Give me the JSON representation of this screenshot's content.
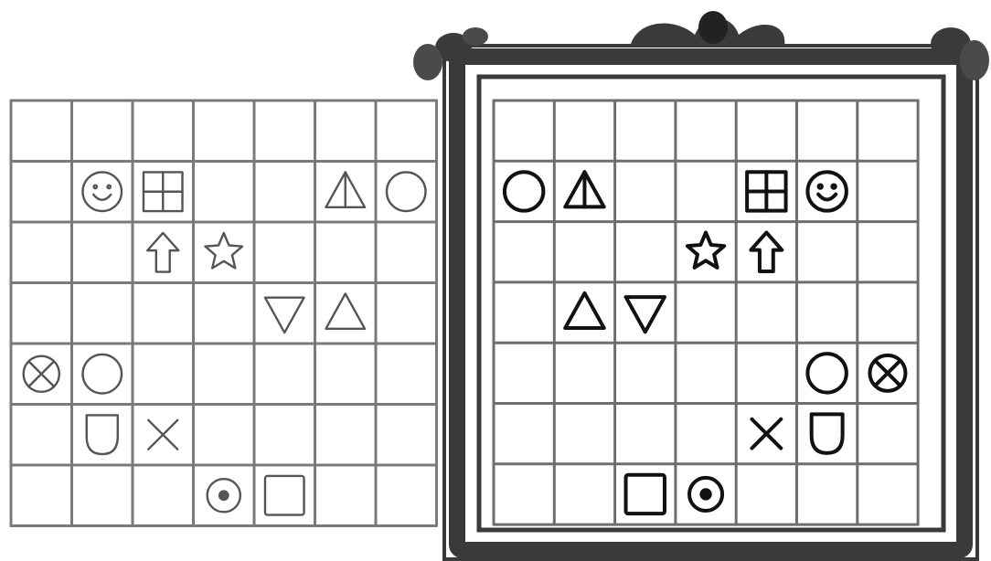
{
  "puzzle": {
    "rows": 7,
    "cols": 7,
    "left_grid": {
      "cells": [
        {
          "row": 1,
          "col": 1,
          "symbol": "smiley"
        },
        {
          "row": 1,
          "col": 2,
          "symbol": "window"
        },
        {
          "row": 1,
          "col": 5,
          "symbol": "split-triangle"
        },
        {
          "row": 1,
          "col": 6,
          "symbol": "circle"
        },
        {
          "row": 2,
          "col": 2,
          "symbol": "up-arrow"
        },
        {
          "row": 2,
          "col": 3,
          "symbol": "star"
        },
        {
          "row": 3,
          "col": 4,
          "symbol": "down-triangle"
        },
        {
          "row": 3,
          "col": 5,
          "symbol": "up-triangle"
        },
        {
          "row": 4,
          "col": 0,
          "symbol": "crossed-circle"
        },
        {
          "row": 4,
          "col": 1,
          "symbol": "circle"
        },
        {
          "row": 5,
          "col": 1,
          "symbol": "shield"
        },
        {
          "row": 5,
          "col": 2,
          "symbol": "cross"
        },
        {
          "row": 6,
          "col": 3,
          "symbol": "dotted-circle"
        },
        {
          "row": 6,
          "col": 4,
          "symbol": "square"
        }
      ]
    },
    "right_grid": {
      "cells": [
        {
          "row": 1,
          "col": 0,
          "symbol": "circle"
        },
        {
          "row": 1,
          "col": 1,
          "symbol": "split-triangle"
        },
        {
          "row": 1,
          "col": 4,
          "symbol": "window"
        },
        {
          "row": 1,
          "col": 5,
          "symbol": "smiley"
        },
        {
          "row": 2,
          "col": 3,
          "symbol": "star"
        },
        {
          "row": 2,
          "col": 4,
          "symbol": "up-arrow"
        },
        {
          "row": 3,
          "col": 1,
          "symbol": "up-triangle"
        },
        {
          "row": 3,
          "col": 2,
          "symbol": "down-triangle"
        },
        {
          "row": 4,
          "col": 5,
          "symbol": "circle"
        },
        {
          "row": 4,
          "col": 6,
          "symbol": "crossed-circle"
        },
        {
          "row": 5,
          "col": 4,
          "symbol": "cross"
        },
        {
          "row": 5,
          "col": 5,
          "symbol": "shield"
        },
        {
          "row": 6,
          "col": 2,
          "symbol": "square"
        },
        {
          "row": 6,
          "col": 3,
          "symbol": "dotted-circle"
        }
      ]
    }
  },
  "colors": {
    "grid_left": "#7a7a7a",
    "grid_right": "#6e6e6e",
    "frame": "#3a3a3a",
    "symbol_left": "#555555",
    "symbol_right": "#111111"
  }
}
